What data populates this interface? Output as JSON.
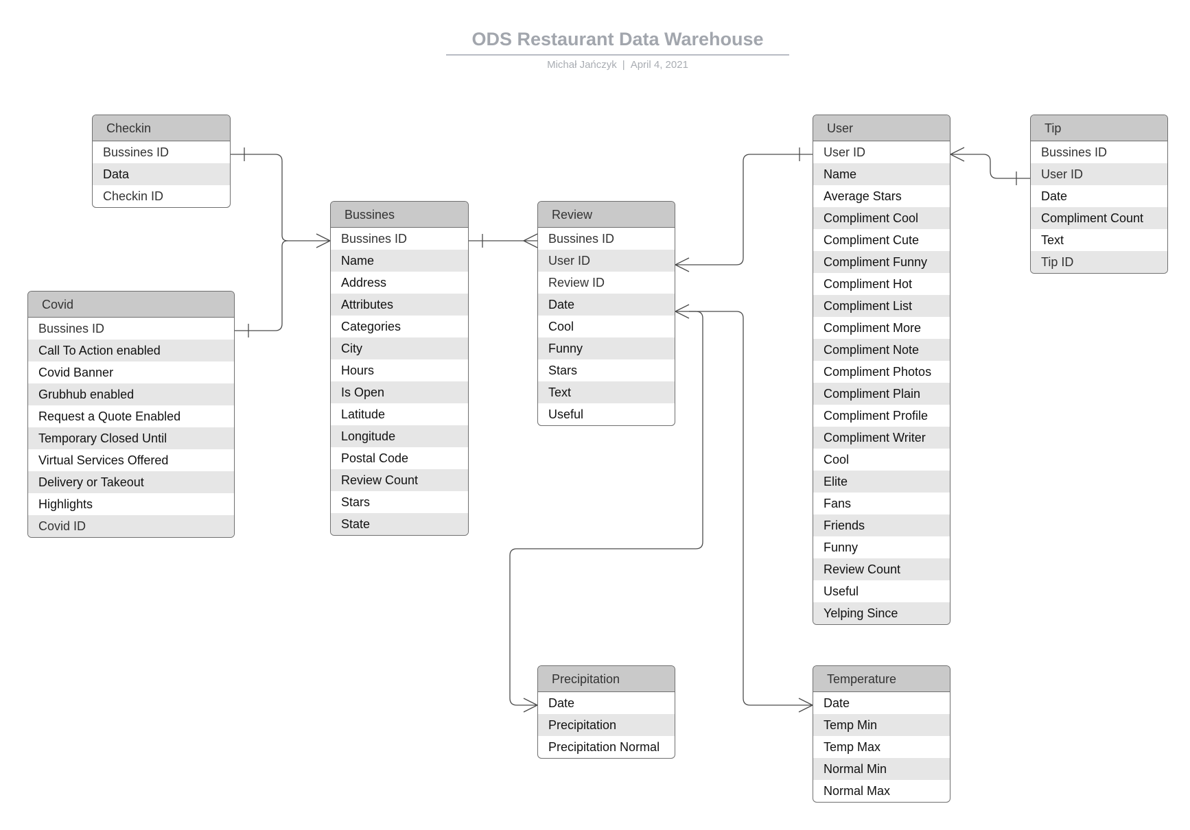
{
  "header": {
    "title": "ODS Restaurant Data Warehouse",
    "author": "Michał Jańczyk",
    "separator": "|",
    "date": "April 4, 2021"
  },
  "colors": {
    "header_fill": "#c9c9c9",
    "stripe_fill": "#e6e6e6",
    "border": "#6e6e6e",
    "title_text": "#a2a6ad"
  },
  "entities": {
    "checkin": {
      "title": "Checkin",
      "fields": [
        "Bussines ID",
        "Data",
        "Checkin ID"
      ]
    },
    "covid": {
      "title": "Covid",
      "fields": [
        "Bussines ID",
        "Call To Action enabled",
        "Covid Banner",
        "Grubhub enabled",
        "Request a Quote Enabled",
        "Temporary Closed Until",
        "Virtual Services Offered",
        "Delivery or Takeout",
        "Highlights",
        "Covid ID"
      ]
    },
    "bussines": {
      "title": "Bussines",
      "fields": [
        "Bussines ID",
        "Name",
        "Address",
        "Attributes",
        "Categories",
        "City",
        "Hours",
        "Is Open",
        "Latitude",
        "Longitude",
        "Postal Code",
        "Review Count",
        "Stars",
        "State"
      ]
    },
    "review": {
      "title": "Review",
      "fields": [
        "Bussines ID",
        "User ID",
        "Review ID",
        "Date",
        "Cool",
        "Funny",
        "Stars",
        "Text",
        "Useful"
      ]
    },
    "user": {
      "title": "User",
      "fields": [
        "User ID",
        "Name",
        "Average Stars",
        "Compliment Cool",
        "Compliment Cute",
        "Compliment Funny",
        "Compliment Hot",
        "Compliment List",
        "Compliment More",
        "Compliment Note",
        "Compliment Photos",
        "Compliment Plain",
        "Compliment Profile",
        "Compliment Writer",
        "Cool",
        "Elite",
        "Fans",
        "Friends",
        "Funny",
        "Review Count",
        "Useful",
        "Yelping Since"
      ]
    },
    "tip": {
      "title": "Tip",
      "fields": [
        "Bussines ID",
        "User ID",
        "Date",
        "Compliment Count",
        "Text",
        "Tip ID"
      ]
    },
    "precipitation": {
      "title": "Precipitation",
      "fields": [
        "Date",
        "Precipitation",
        "Precipitation Normal"
      ]
    },
    "temperature": {
      "title": "Temperature",
      "fields": [
        "Date",
        "Temp Min",
        "Temp Max",
        "Normal Min",
        "Normal Max"
      ]
    }
  },
  "relationships": [
    {
      "from": "checkin.Bussines ID",
      "to": "bussines.Bussines ID",
      "from_card": "one",
      "to_card": "many"
    },
    {
      "from": "covid.Bussines ID",
      "to": "bussines.Bussines ID",
      "from_card": "one",
      "to_card": "many"
    },
    {
      "from": "bussines.Bussines ID",
      "to": "review.Bussines ID",
      "from_card": "one",
      "to_card": "many"
    },
    {
      "from": "user.User ID",
      "to": "review.User ID",
      "from_card": "one",
      "to_card": "many"
    },
    {
      "from": "user.User ID",
      "to": "tip.User ID",
      "from_card": "many",
      "to_card": "one"
    },
    {
      "from": "review.Date",
      "to": "precipitation.Date",
      "from_card": "many",
      "to_card": "many"
    },
    {
      "from": "review.Date",
      "to": "temperature.Date",
      "from_card": "many",
      "to_card": "many"
    }
  ]
}
